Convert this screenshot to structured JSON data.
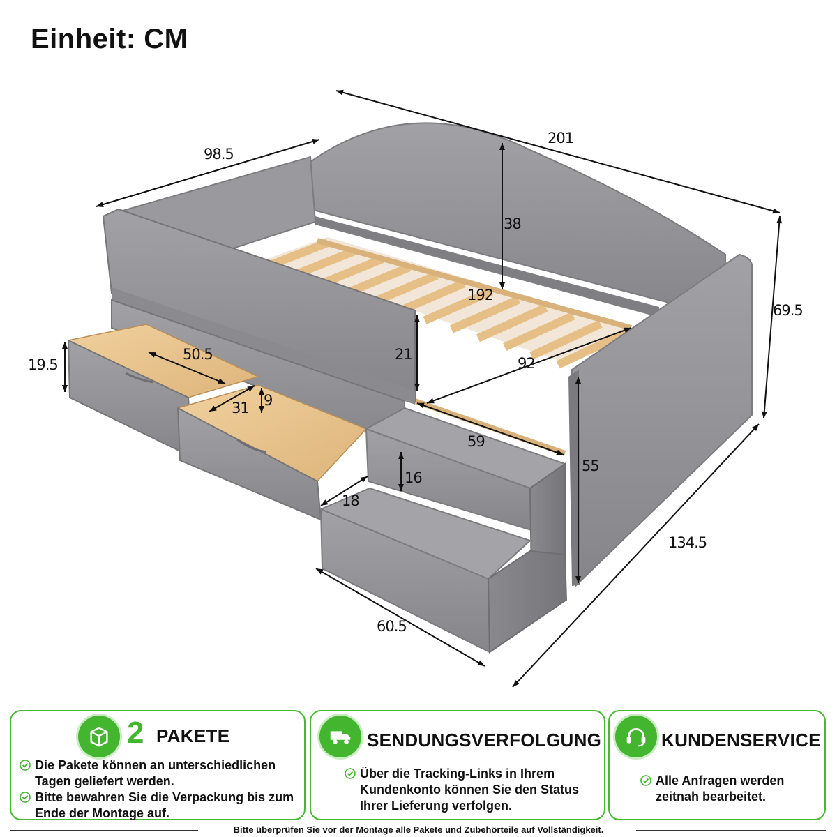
{
  "title": "Einheit: CM",
  "dimensions": {
    "length_top": "201",
    "width_left": "98.5",
    "headboard_height": "38",
    "inner_length": "192",
    "total_height": "69.5",
    "drawer_height": "19.5",
    "drawer_depth": "50.5",
    "drawer_width": "31",
    "drawer_inner_height": "9",
    "side_rail_height": "21",
    "slat_width": "92",
    "stair_depth": "59",
    "step_height": "16",
    "step_depth": "18",
    "arm_height": "55",
    "total_width": "134.5",
    "stair_width": "60.5"
  },
  "panels": [
    {
      "number": "2",
      "title": "PAKETE",
      "icon": "box-icon",
      "bullets": [
        "Die Pakete können an unterschiedlichen Tagen geliefert werden.",
        "Bitte bewahren Sie die Verpackung bis zum Ende der Montage auf."
      ]
    },
    {
      "title": "SENDUNGSVERFOLGUNG",
      "icon": "truck-icon",
      "bullets": [
        "Über die Tracking-Links in Ihrem Kundenkonto können Sie den Status Ihrer Lieferung verfolgen."
      ]
    },
    {
      "title": "KUNDENSERVICE",
      "icon": "headset-icon",
      "bullets": [
        "Alle Anfragen werden zeitnah bearbeitet."
      ]
    }
  ],
  "footer": "Bitte überprüfen Sie vor der Montage alle Pakete und Zubehörteile auf Vollständigkeit.",
  "colors": {
    "accent": "#44b52f",
    "fabric": "#8f8f93",
    "wood": "#e9c48c"
  }
}
